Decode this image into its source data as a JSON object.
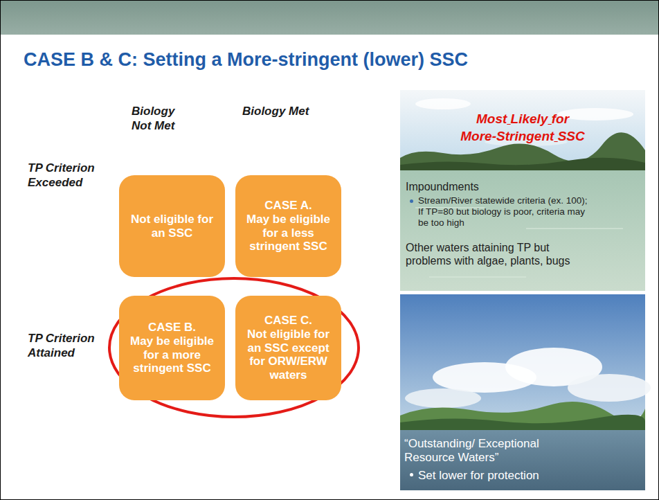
{
  "diagram": {
    "title": "CASE B & C: Setting a More-stringent (lower) SSC",
    "nodes": [
      {
        "text": [
          "Not eligible for an SSC"
        ]
      },
      {
        "text": [
          "CASE A.",
          "May be eligible for a less stringent SSC"
        ]
      },
      {
        "text": [
          "CASE B.",
          "May be eligible for a more stringent SSC"
        ]
      },
      {
        "text": [
          "CASE C.",
          "Not eligible for an SSC except for ORW/ERW waters"
        ]
      },
      {
        "text": [
          "Most Likely for More-Stringent SSC",
          "Impoundments",
          "Stream/River statewide criteria (ex. 100); If TP=80 but biology is poor, criteria may be too high",
          "Other waters attaining TP but problems with algae, plants, bugs"
        ]
      },
      {
        "text": [
          "“Outstanding/ Exceptional Resource Waters”",
          "Set lower for protection"
        ]
      }
    ],
    "labels": [
      "Biology Not Met",
      "Biology Met",
      "TP Criterion Exceeded",
      "TP Criterion Attained"
    ]
  }
}
